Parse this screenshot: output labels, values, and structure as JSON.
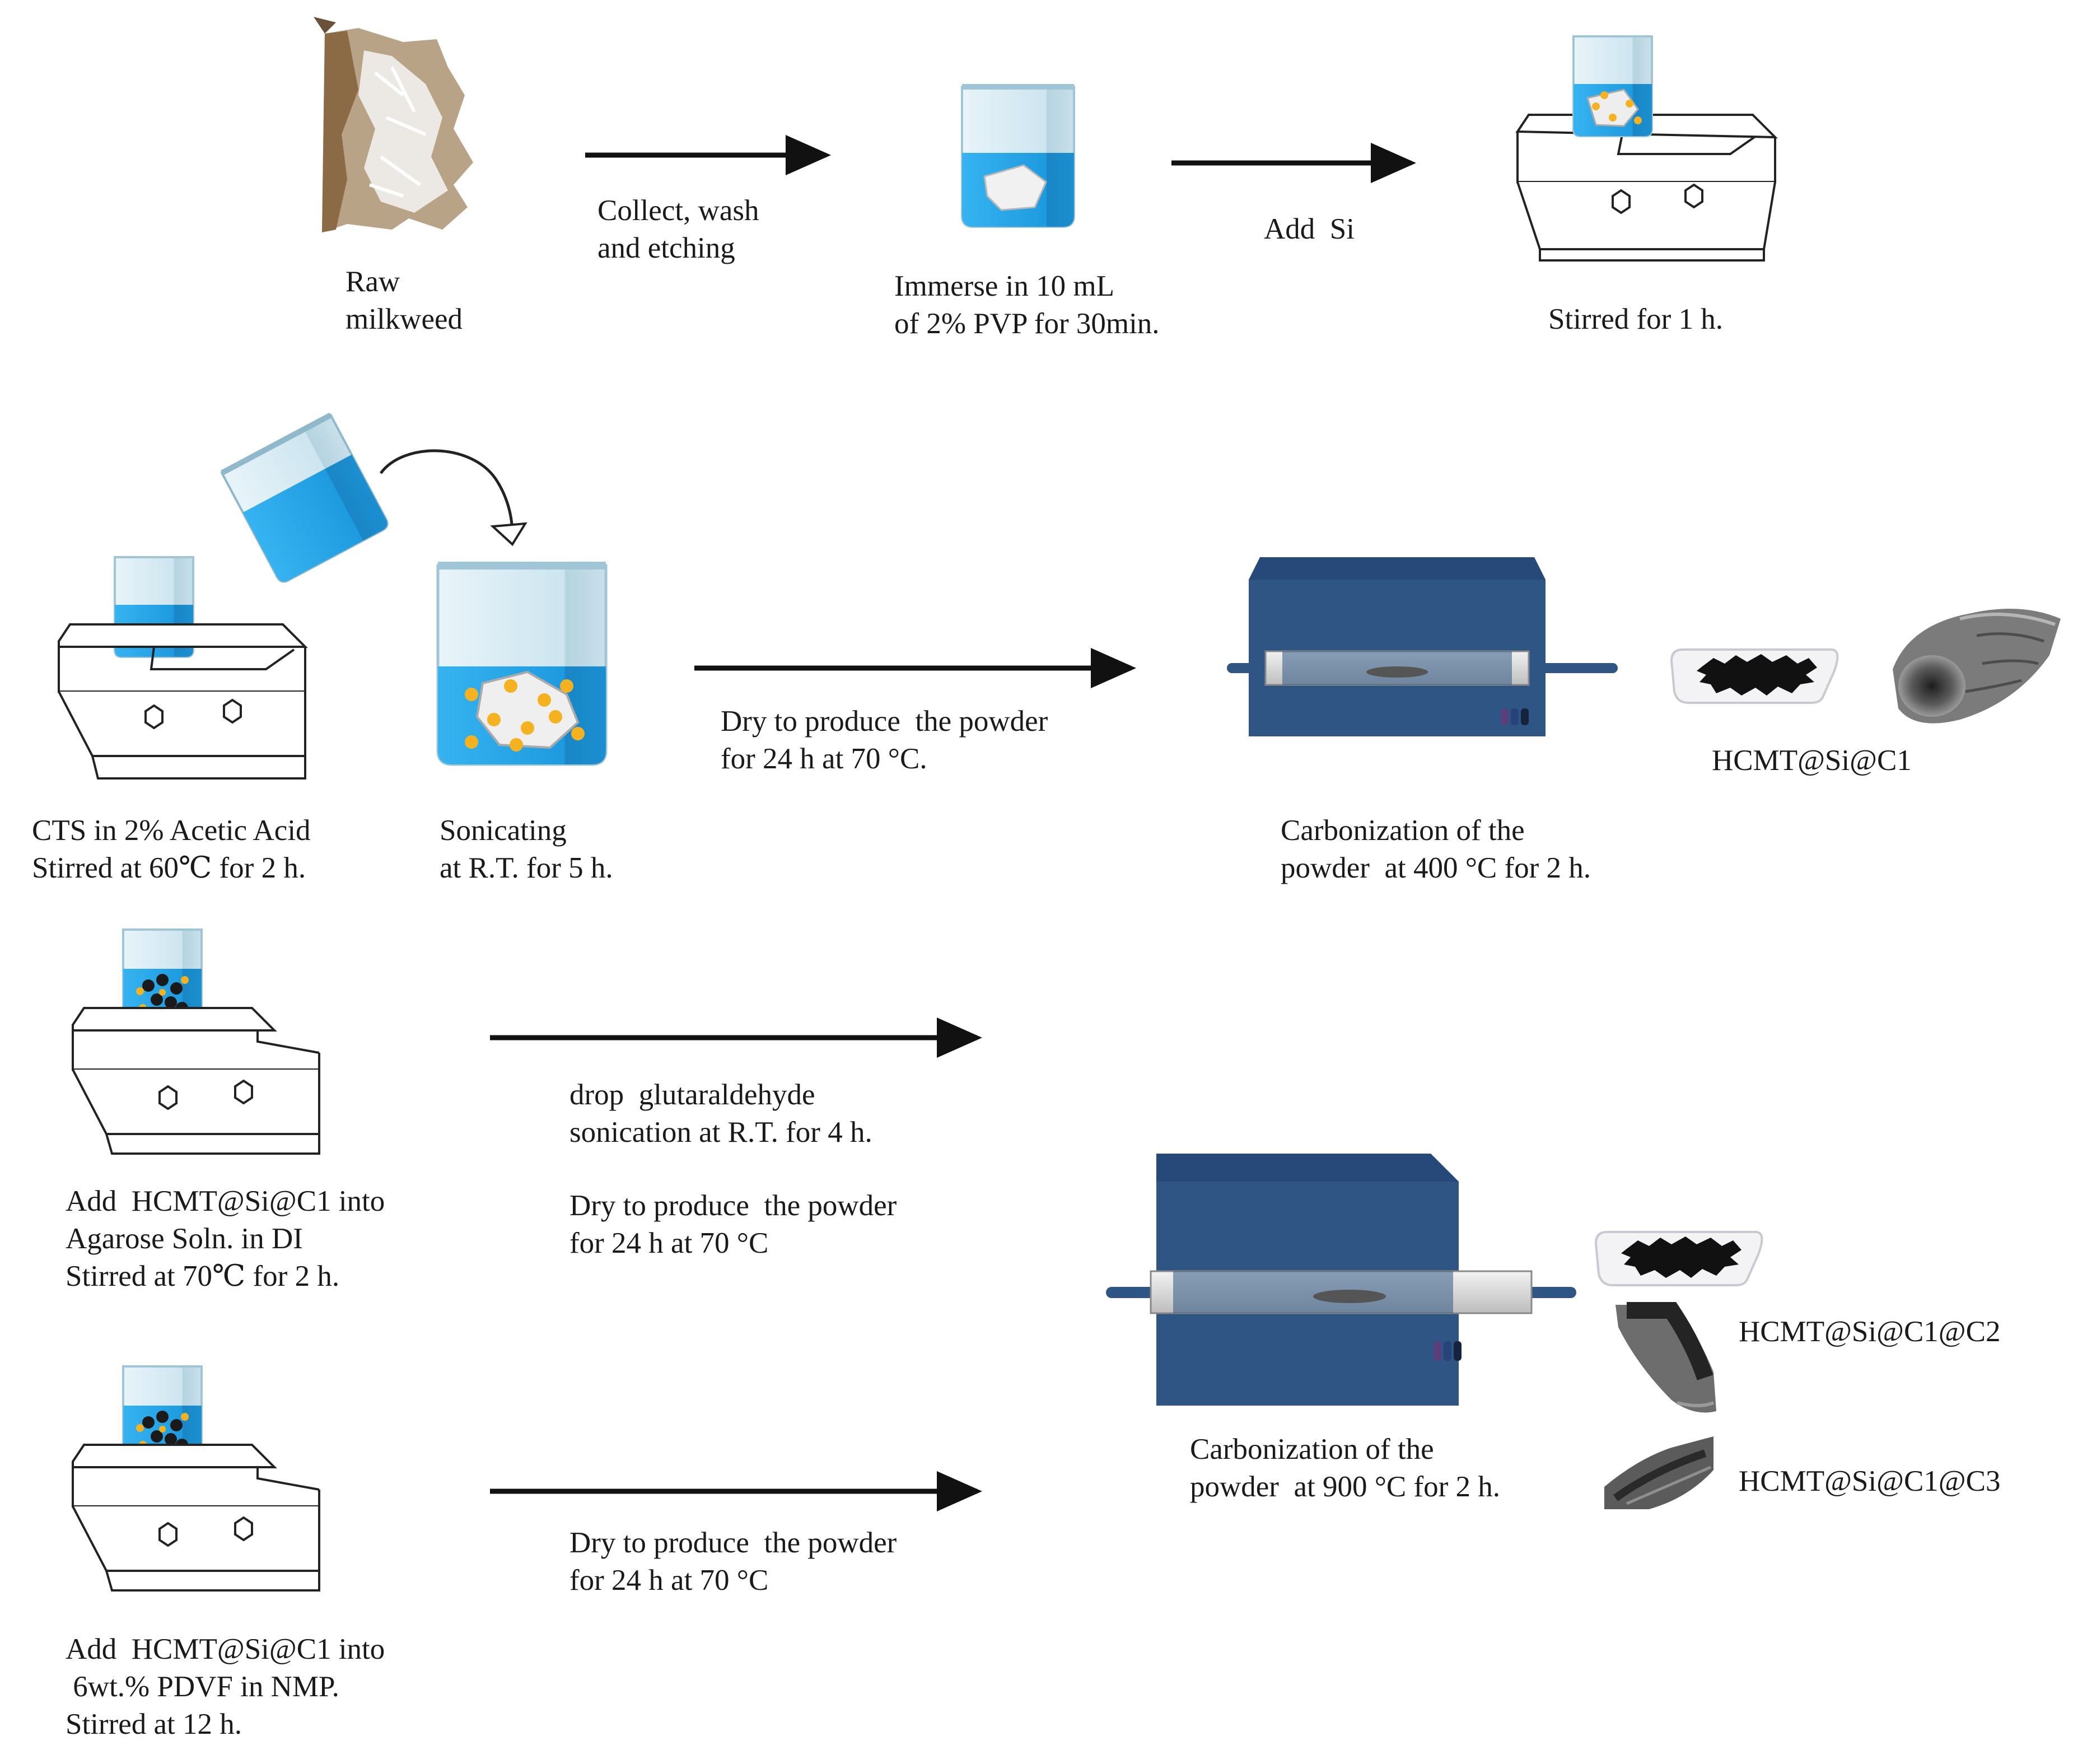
{
  "steps": {
    "raw_milkweed": [
      "Raw",
      "milkweed"
    ],
    "collect_wash": [
      "Collect, wash",
      "and etching"
    ],
    "immerse": [
      "Immerse in 10 mL",
      "of 2% PVP for 30min."
    ],
    "add_si": [
      "Add  Si"
    ],
    "stirred_1h": [
      "Stirred for 1 h."
    ],
    "cts": [
      "CTS in 2% Acetic Acid",
      "Stirred at 60℃ for 2 h."
    ],
    "sonicating": [
      "Sonicating",
      "at R.T. for 5 h."
    ],
    "dry_1": [
      "Dry to produce  the powder",
      "for 24 h at 70 °C."
    ],
    "carbonization_400": [
      "Carbonization of the",
      "powder  at 400 °C for 2 h."
    ],
    "product_c1": [
      "HCMT@Si@C1"
    ],
    "glutaraldehyde": [
      "drop  glutaraldehyde",
      "sonication at R.T. for 4 h."
    ],
    "dry_2": [
      "Dry to produce  the powder",
      "for 24 h at 70 °C"
    ],
    "agarose": [
      "Add  HCMT@Si@C1 into",
      "Agarose Soln. in DI",
      "Stirred at 70℃ for 2 h."
    ],
    "carbonization_900": [
      "Carbonization of the",
      "powder  at 900 °C for 2 h."
    ],
    "product_c2": [
      "HCMT@Si@C1@C2"
    ],
    "product_c3": [
      "HCMT@Si@C1@C3"
    ],
    "dry_3": [
      "Dry to produce  the powder",
      "for 24 h at 70 °C"
    ],
    "pdvf": [
      "Add  HCMT@Si@C1 into",
      " 6wt.% PDVF in NMP.",
      "Stirred at 12 h."
    ]
  },
  "colors": {
    "water": "#1e9be0",
    "glass": "#cfe7f2",
    "furnace": "#2f5584",
    "arrow": "#111111",
    "si_particle": "#f4b221"
  }
}
